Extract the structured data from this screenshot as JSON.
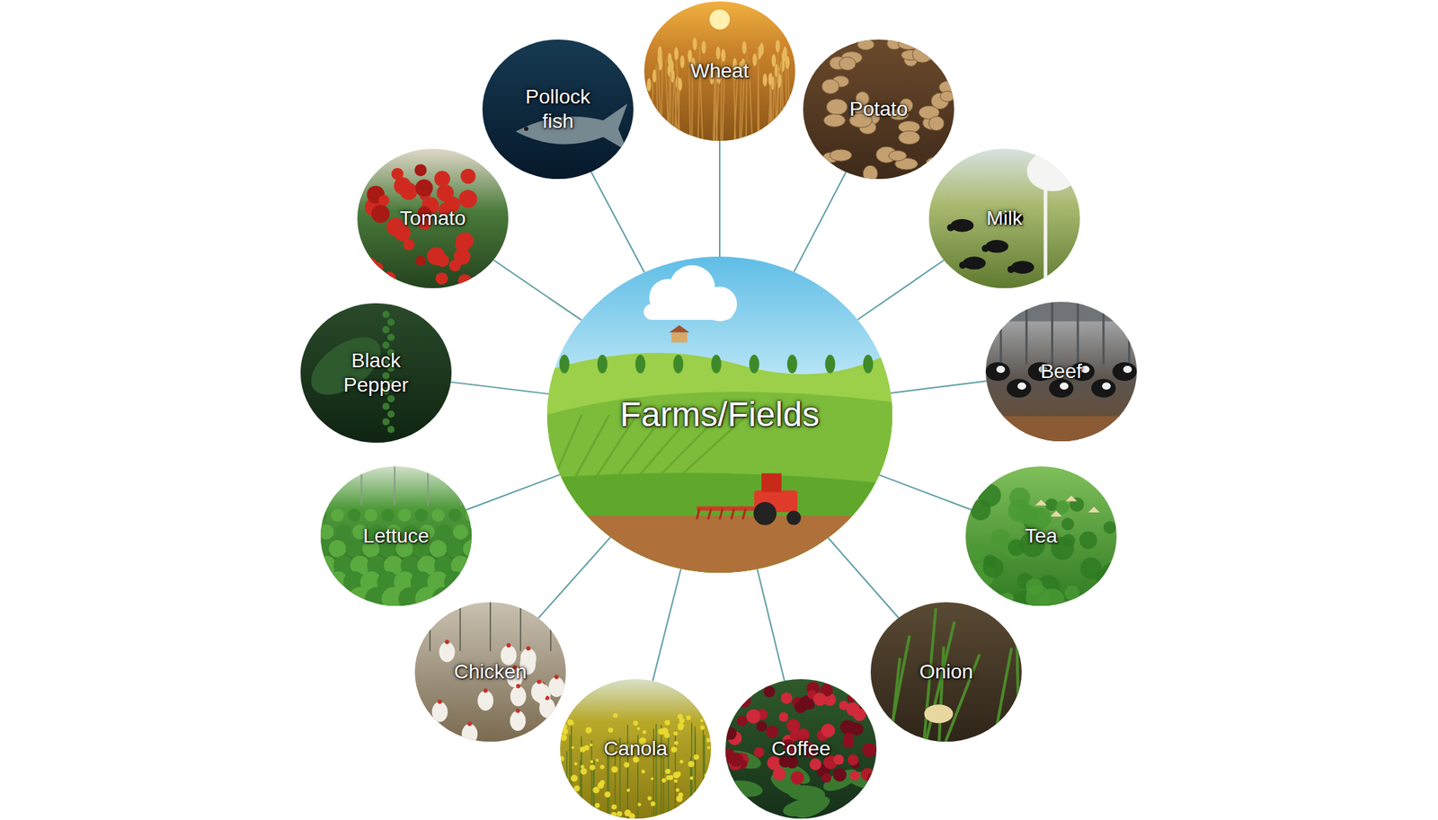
{
  "diagram": {
    "nodes": [
      {
        "text": [
          "Farms/Fields"
        ]
      },
      {
        "text": [
          "Pollock fish"
        ]
      },
      {
        "text": [
          "Wheat"
        ]
      },
      {
        "text": [
          "Potato"
        ]
      },
      {
        "text": [
          "Milk"
        ]
      },
      {
        "text": [
          "Beef"
        ]
      },
      {
        "text": [
          "Tea"
        ]
      },
      {
        "text": [
          "Onion"
        ]
      },
      {
        "text": [
          "Coffee"
        ]
      },
      {
        "text": [
          "Canola"
        ]
      },
      {
        "text": [
          "Chicken"
        ]
      },
      {
        "text": [
          "Lettuce"
        ]
      },
      {
        "text": [
          "Black Pepper"
        ]
      },
      {
        "text": [
          "Tomato"
        ]
      }
    ],
    "edges": [
      {
        "from": 0,
        "to": 1,
        "arrow": "none"
      },
      {
        "from": 0,
        "to": 2,
        "arrow": "none"
      },
      {
        "from": 0,
        "to": 3,
        "arrow": "none"
      },
      {
        "from": 0,
        "to": 4,
        "arrow": "none"
      },
      {
        "from": 0,
        "to": 5,
        "arrow": "none"
      },
      {
        "from": 0,
        "to": 6,
        "arrow": "none"
      },
      {
        "from": 0,
        "to": 7,
        "arrow": "none"
      },
      {
        "from": 0,
        "to": 8,
        "arrow": "none"
      },
      {
        "from": 0,
        "to": 9,
        "arrow": "none"
      },
      {
        "from": 0,
        "to": 10,
        "arrow": "none"
      },
      {
        "from": 0,
        "to": 11,
        "arrow": "none"
      },
      {
        "from": 0,
        "to": 12,
        "arrow": "none"
      },
      {
        "from": 0,
        "to": 13,
        "arrow": "none"
      }
    ]
  }
}
